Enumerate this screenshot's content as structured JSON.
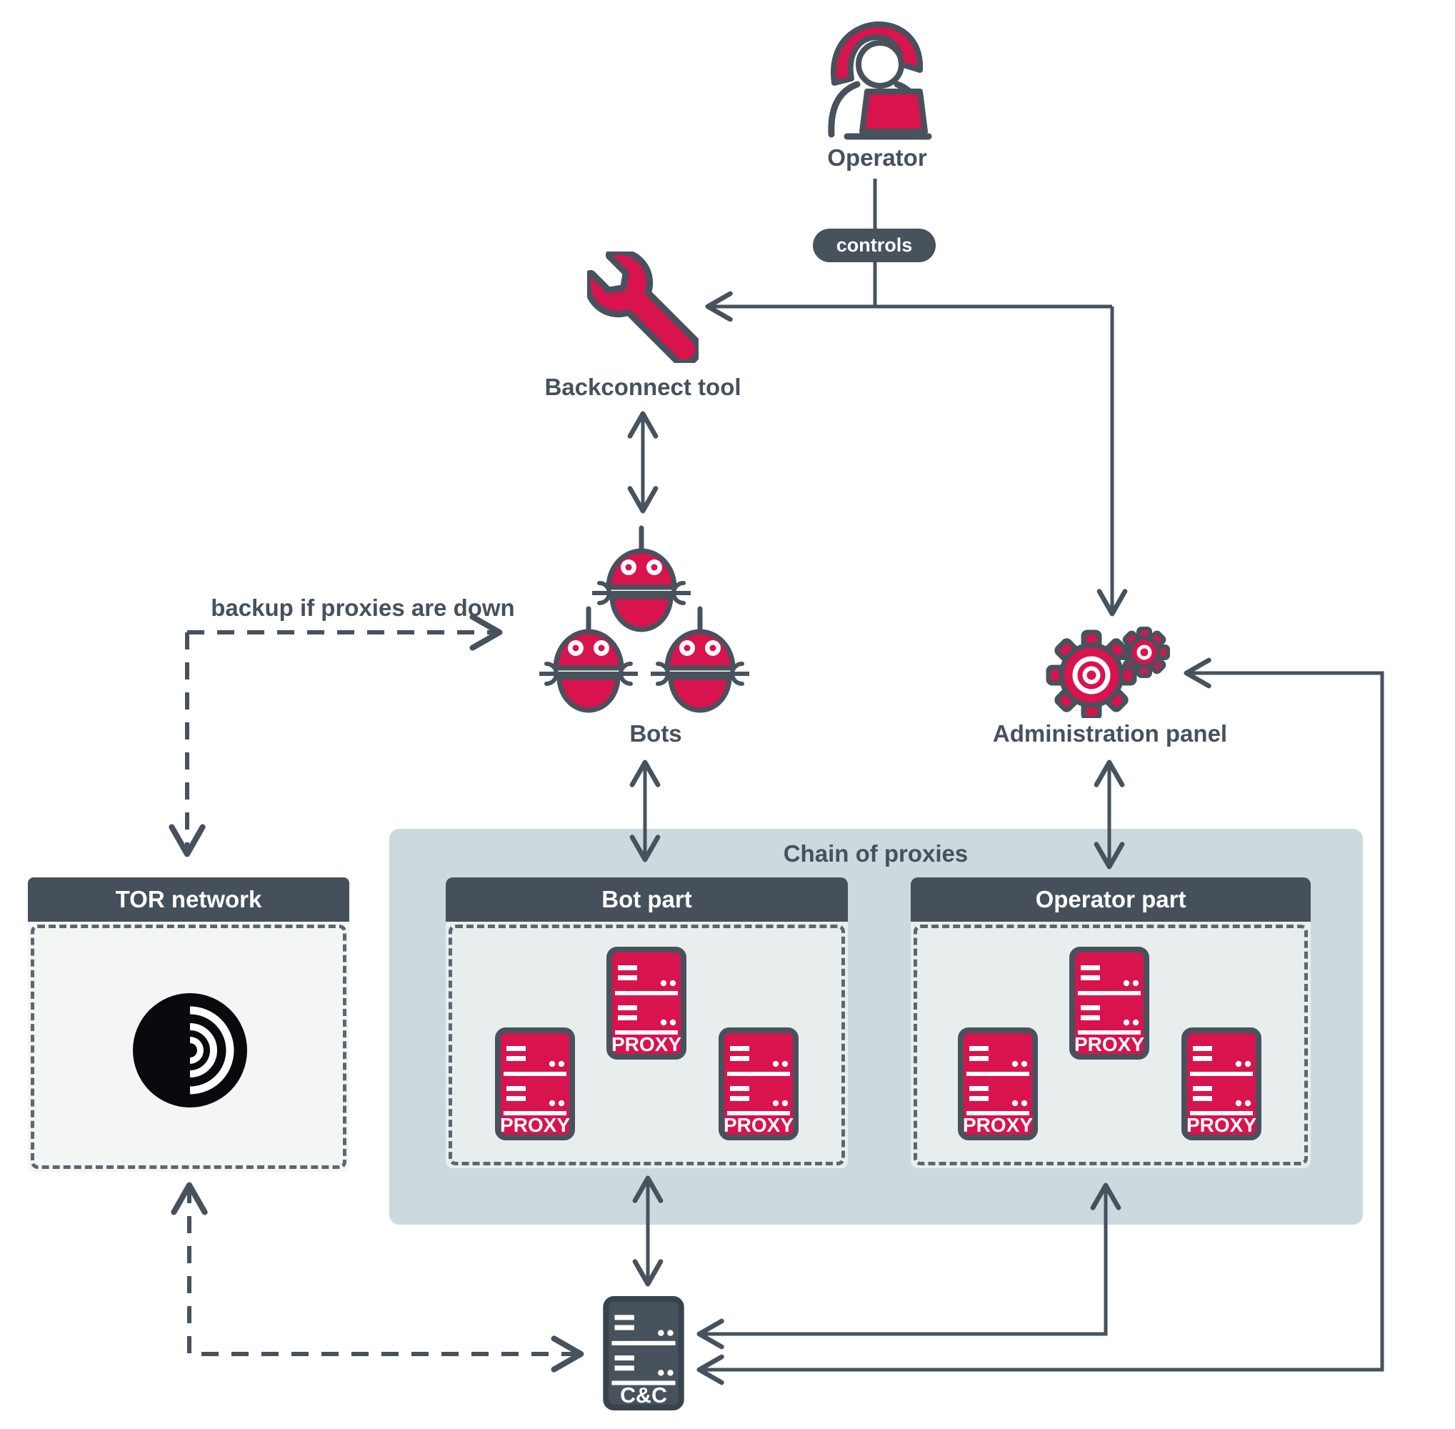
{
  "nodes": {
    "operator": "Operator",
    "controls": "controls",
    "backconnect_tool": "Backconnect tool",
    "bots": "Bots",
    "admin_panel": "Administration panel",
    "backup_note": "backup if proxies are down",
    "tor_network": "TOR network",
    "cnc": "C&C"
  },
  "chain": {
    "title": "Chain of proxies",
    "bot_part": {
      "title": "Bot part",
      "proxies": [
        "PROXY",
        "PROXY",
        "PROXY"
      ]
    },
    "operator_part": {
      "title": "Operator part",
      "proxies": [
        "PROXY",
        "PROXY",
        "PROXY"
      ]
    }
  },
  "colors": {
    "accent_pink": "#d8134e",
    "slate": "#47525c",
    "header_slate": "#46505a",
    "chain_panel": "#ccd9de",
    "part_body": "#e8eeee",
    "tor_body": "#f4f5f5",
    "dashed_border": "#5b6770",
    "tor_logo": "#0a0a0e",
    "white": "#ffffff"
  }
}
